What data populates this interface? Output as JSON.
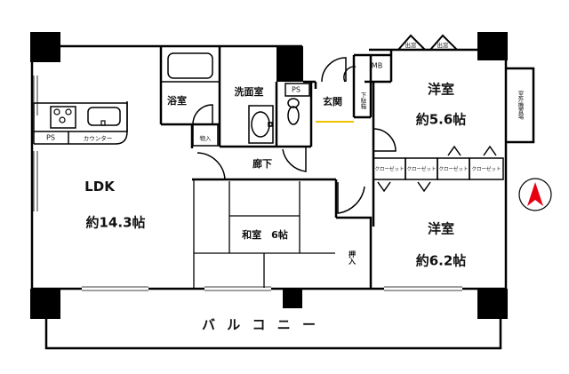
{
  "floor_plan": {
    "rooms": {
      "ldk": {
        "name": "LDK",
        "area": "約14.3帖"
      },
      "western_1": {
        "name": "洋室",
        "area": "約5.6帖"
      },
      "western_2": {
        "name": "洋室",
        "area": "約6.2帖"
      },
      "japanese": {
        "name": "和室　6帖"
      },
      "bathroom": {
        "name": "浴室"
      },
      "washroom": {
        "name": "洗面室"
      },
      "entrance": {
        "name": "玄関"
      },
      "hallway": {
        "name": "廊下"
      },
      "balcony": {
        "name": "バ ル コ ニ ー"
      }
    },
    "fixtures": {
      "ps_kitchen": "PS",
      "counter": "カウンター",
      "ps_toilet": "PS",
      "storage": "物入",
      "mb": "MB",
      "shoe_box": "下駄箱",
      "bay_window_1": "出窓",
      "bay_window_2": "出窓",
      "outdoor_unit": "室外機置場",
      "closets": [
        "クローゼット",
        "クローゼット",
        "クローゼット",
        "クローゼット"
      ],
      "oshiire": "押入"
    },
    "compass": {
      "direction": "north",
      "color": "#e60012"
    },
    "colors": {
      "wall": "#000000",
      "entrance_line": "#f2c200",
      "background": "#ffffff"
    }
  }
}
